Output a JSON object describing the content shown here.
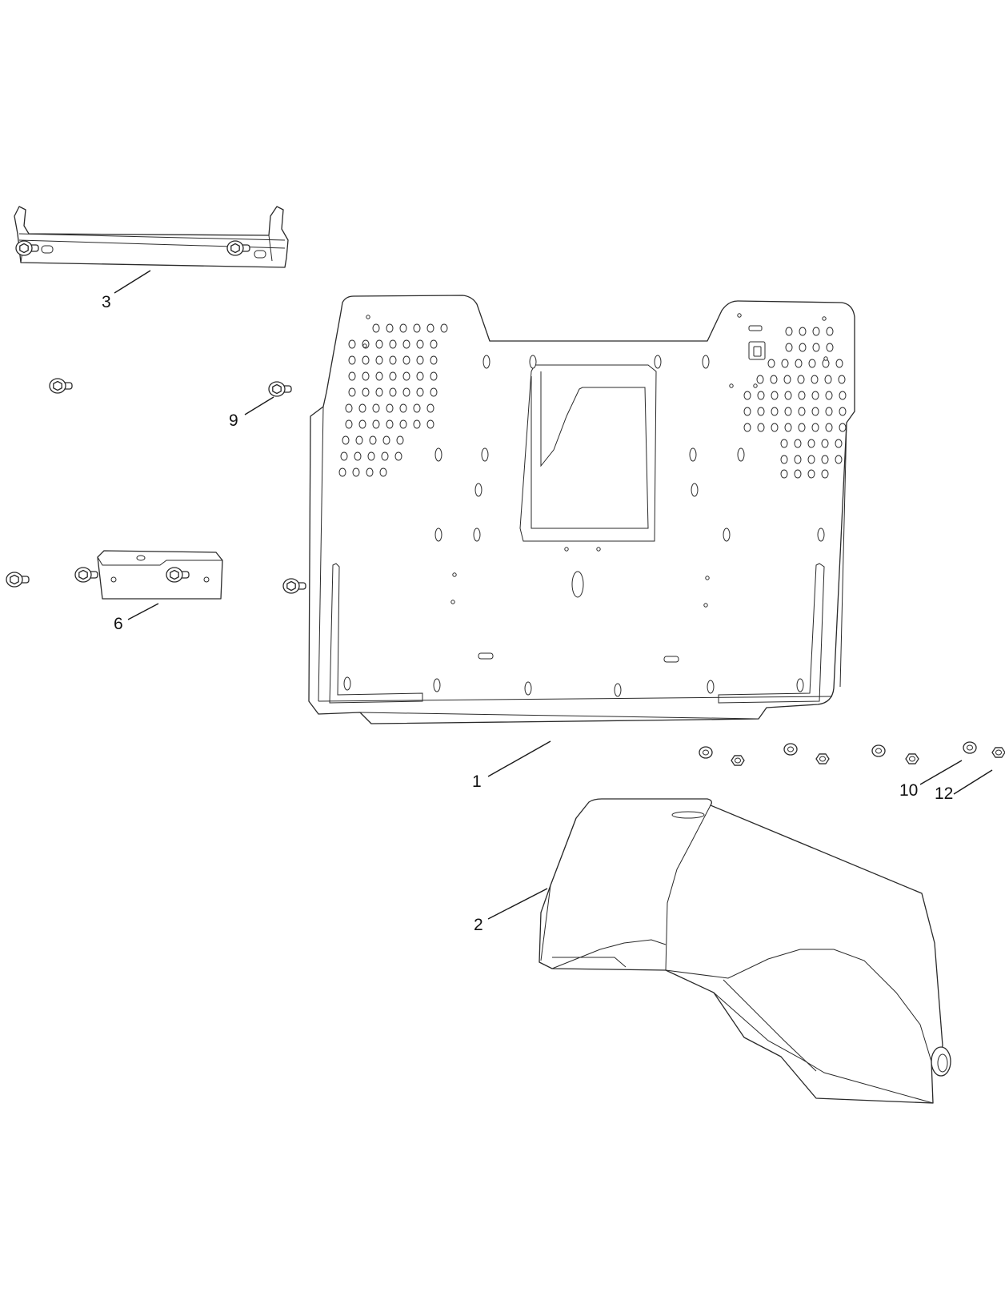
{
  "callouts": [
    {
      "id": "1",
      "label": "1"
    },
    {
      "id": "2",
      "label": "2"
    },
    {
      "id": "3",
      "label": "3"
    },
    {
      "id": "6",
      "label": "6"
    },
    {
      "id": "9",
      "label": "9"
    },
    {
      "id": "10",
      "label": "10"
    },
    {
      "id": "12",
      "label": "12"
    }
  ],
  "colors": {
    "line": "#2a2a2a",
    "background": "#ffffff"
  }
}
